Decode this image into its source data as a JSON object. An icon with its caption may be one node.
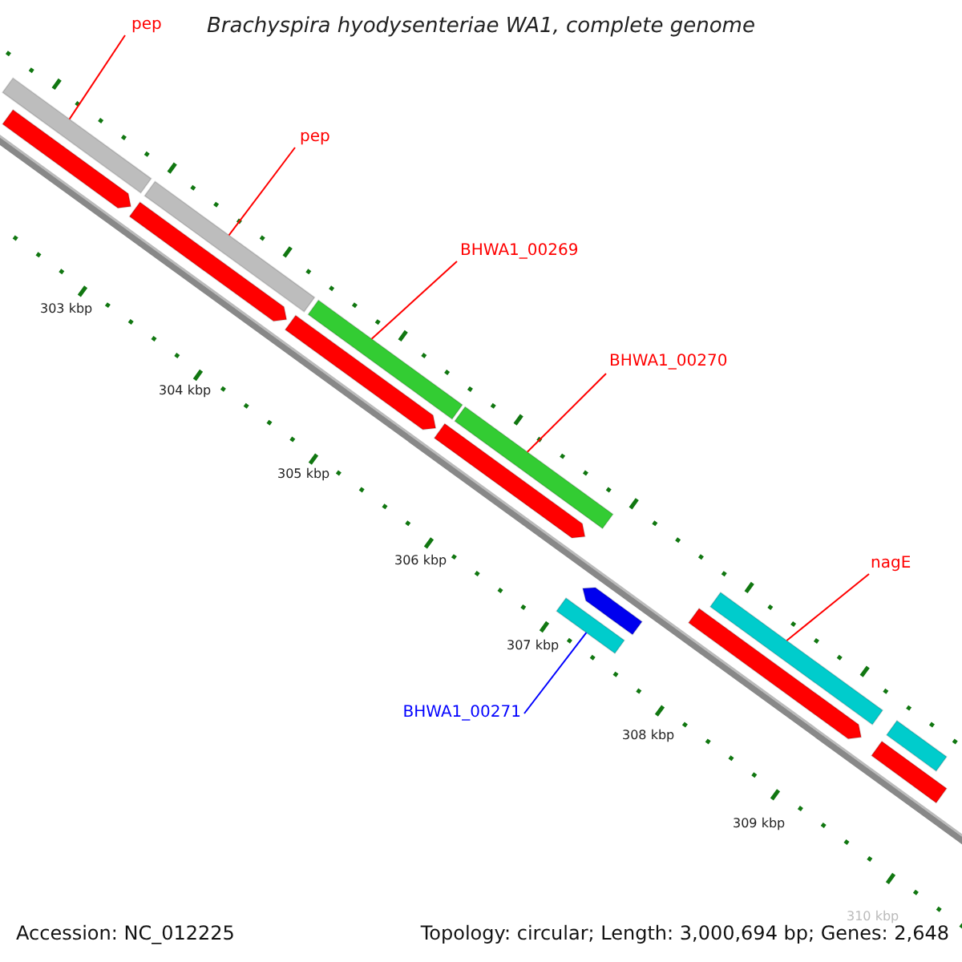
{
  "diagram": {
    "title": "Brachyspira hyodysenteriae WA1, complete genome",
    "nodes": [
      {
        "text": [
          "pep"
        ]
      },
      {
        "text": [],
        "shape": "bar"
      },
      {
        "text": [
          "pep"
        ]
      },
      {
        "text": [],
        "shape": "bar"
      },
      {
        "text": [
          "BHWA1_00269"
        ]
      },
      {
        "text": [],
        "shape": "bar"
      },
      {
        "text": [
          "BHWA1_00270"
        ]
      },
      {
        "text": [],
        "shape": "bar"
      },
      {
        "text": [
          "nagE"
        ]
      },
      {
        "text": [],
        "shape": "bar"
      },
      {
        "text": [
          "BHWA1_00271"
        ]
      },
      {
        "text": [],
        "shape": "bar"
      }
    ],
    "edges": [
      {
        "from": 0,
        "to": 1,
        "arrow": "none"
      },
      {
        "from": 2,
        "to": 3,
        "arrow": "none"
      },
      {
        "from": 4,
        "to": 5,
        "arrow": "none"
      },
      {
        "from": 6,
        "to": 7,
        "arrow": "none"
      },
      {
        "from": 8,
        "to": 9,
        "arrow": "none"
      },
      {
        "from": 10,
        "to": 11,
        "arrow": "none",
        "color": "#0000ff"
      }
    ],
    "labels": [
      "303 kbp",
      "304 kbp",
      "305 kbp",
      "306 kbp",
      "307 kbp",
      "308 kbp",
      "309 kbp",
      "310 kbp",
      "Accession: NC_012225",
      "Topology: circular; Length: 3,000,694 bp; Genes: 2,648"
    ]
  }
}
